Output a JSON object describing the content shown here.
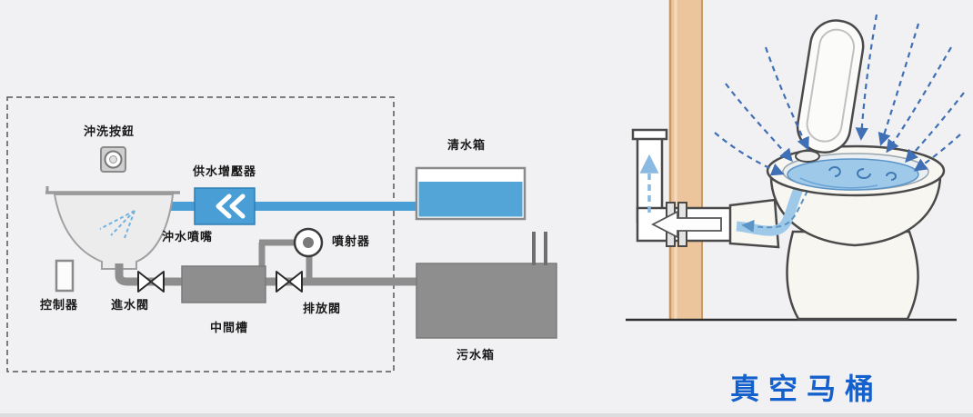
{
  "schematic": {
    "labels": {
      "flush_button": "沖洗按鈕",
      "booster": "供水增壓器",
      "clean_water_tank": "清水箱",
      "flush_nozzle": "沖水噴嘴",
      "ejector": "噴射器",
      "controller": "控制器",
      "inlet_valve": "進水閥",
      "intermediate_tank": "中間槽",
      "discharge_valve": "排放閥",
      "sewage_tank": "污水箱"
    }
  },
  "illustration": {
    "caption": "真空马桶"
  },
  "colors": {
    "background": "#f1f1f3",
    "water_pipe_blue": "#4a9ed6",
    "component_gray": "#8e8e8e",
    "wall_tan": "#edc59c",
    "caption_blue": "#1460cc",
    "airflow_blue": "#3f6fb5"
  }
}
